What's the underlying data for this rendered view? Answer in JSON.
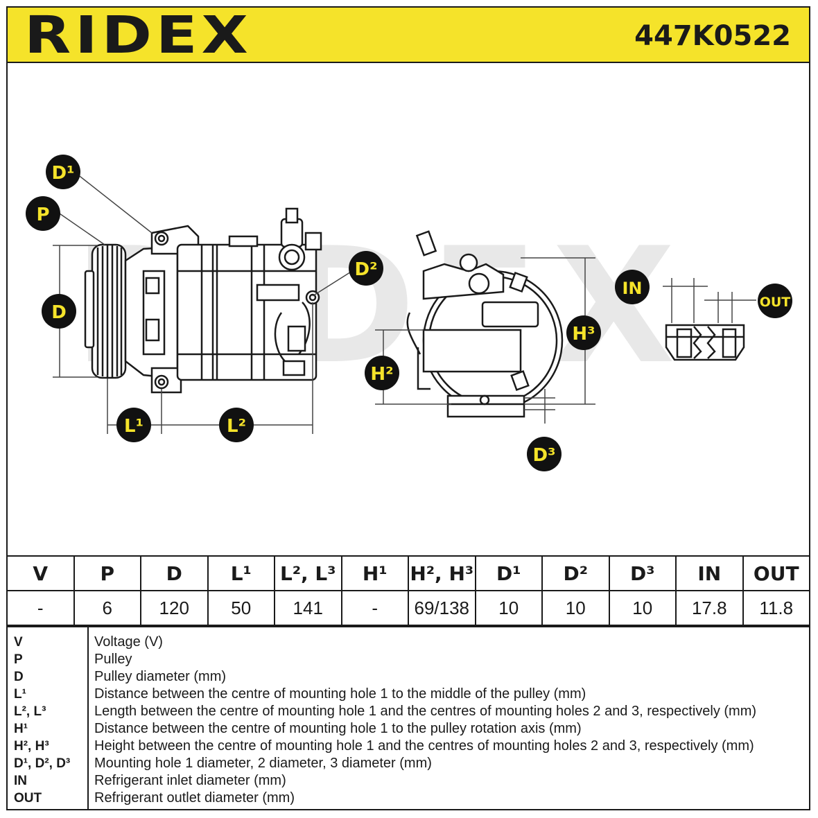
{
  "header": {
    "brand": "RIDEX",
    "part_number": "447K0522"
  },
  "watermark": "RIDEX",
  "callouts": {
    "d1": "D¹",
    "p": "P",
    "d": "D",
    "l1": "L¹",
    "l2": "L²",
    "d2": "D²",
    "h2": "H²",
    "h3": "H³",
    "d3": "D³",
    "in": "IN",
    "out": "OUT"
  },
  "spec_table": {
    "headers": [
      "V",
      "P",
      "D",
      "L¹",
      "L², L³",
      "H¹",
      "H², H³",
      "D¹",
      "D²",
      "D³",
      "IN",
      "OUT"
    ],
    "values": [
      "-",
      "6",
      "120",
      "50",
      "141",
      "-",
      "69/138",
      "10",
      "10",
      "10",
      "17.8",
      "11.8"
    ]
  },
  "legend": [
    {
      "abbr": "V",
      "desc": "Voltage (V)"
    },
    {
      "abbr": "P",
      "desc": "Pulley"
    },
    {
      "abbr": "D",
      "desc": "Pulley diameter (mm)"
    },
    {
      "abbr": "L¹",
      "desc": "Distance between the centre of mounting hole 1 to the middle of the pulley (mm)"
    },
    {
      "abbr": "L², L³",
      "desc": "Length between the centre of mounting hole 1 and the centres of mounting holes 2 and 3, respectively (mm)"
    },
    {
      "abbr": "H¹",
      "desc": "Distance between the centre of mounting hole 1 to the pulley rotation axis (mm)"
    },
    {
      "abbr": "H², H³",
      "desc": "Height between the centre of mounting hole 1 and the centres of mounting holes 2 and 3, respectively (mm)"
    },
    {
      "abbr": "D¹, D², D³",
      "desc": "Mounting hole 1 diameter, 2 diameter, 3 diameter (mm)"
    },
    {
      "abbr": "IN",
      "desc": "Refrigerant inlet diameter (mm)"
    },
    {
      "abbr": "OUT",
      "desc": "Refrigerant outlet diameter (mm)"
    }
  ],
  "colors": {
    "brand_yellow": "#f5e32a",
    "ink": "#1a1a1a",
    "watermark": "#e6e6e6"
  }
}
